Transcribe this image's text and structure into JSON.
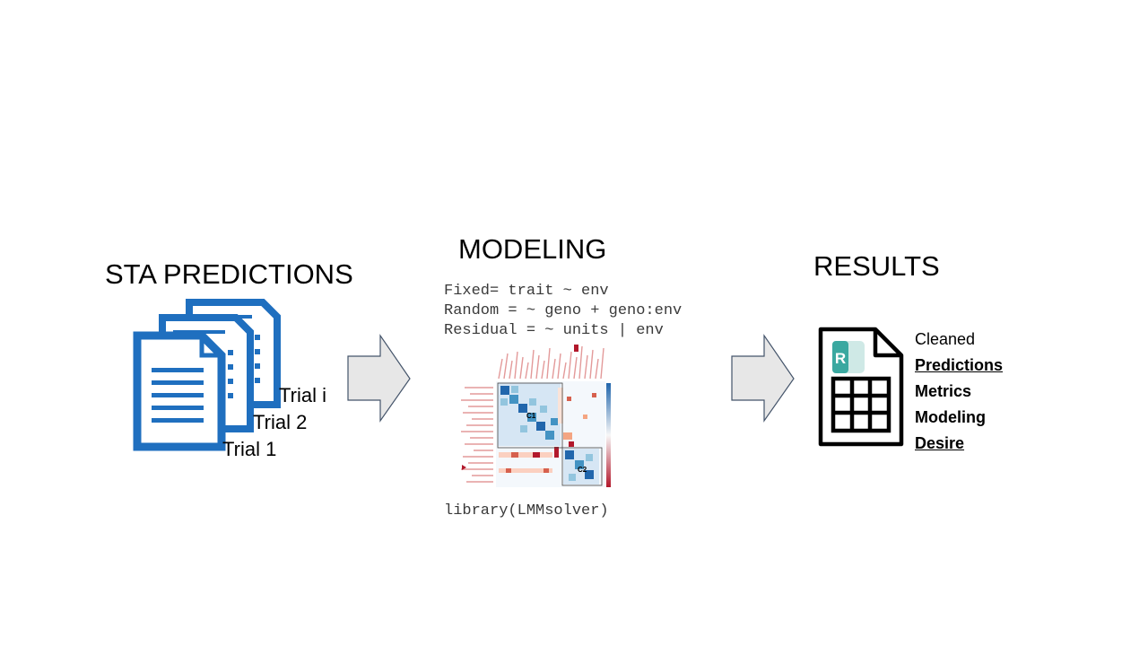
{
  "sections": {
    "sta": {
      "title": "STA PREDICTIONS",
      "trials": [
        "Trial i",
        "Trial 2",
        "Trial 1"
      ]
    },
    "modeling": {
      "title": "MODELING",
      "formula_lines": [
        "Fixed= trait ~ env",
        "Random = ~ geno + geno:env",
        "Residual = ~ units | env"
      ],
      "heatmap_labels": [
        "C1",
        "C2"
      ],
      "library_call": "library(LMMsolver)"
    },
    "results": {
      "title": "RESULTS",
      "file_badge": "R",
      "items": [
        {
          "label": "Cleaned",
          "bold": false,
          "underline": false
        },
        {
          "label": "Predictions",
          "bold": true,
          "underline": true
        },
        {
          "label": "Metrics",
          "bold": true,
          "underline": false
        },
        {
          "label": "Modeling",
          "bold": true,
          "underline": false
        },
        {
          "label": "Desire",
          "bold": true,
          "underline": true
        }
      ]
    }
  },
  "colors": {
    "document_blue": "#1f6fbf",
    "arrow_fill": "#e7e7e7",
    "arrow_stroke": "#44546a",
    "heatmap_blue": "#2166ac",
    "heatmap_red": "#b2182b",
    "badge_teal": "#3aa8a0"
  }
}
